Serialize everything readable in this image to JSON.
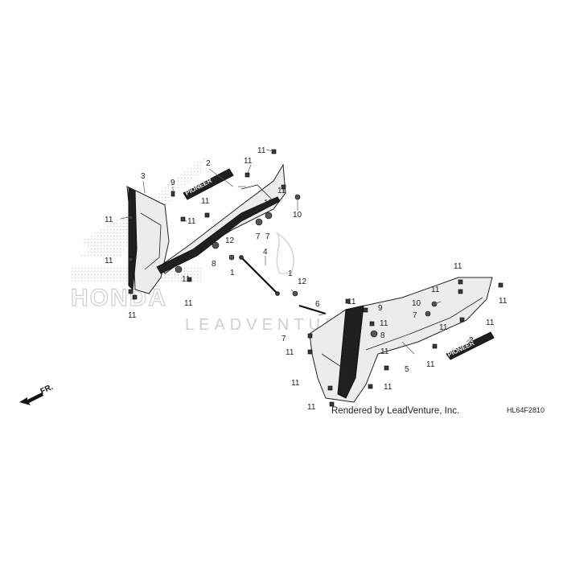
{
  "watermark": {
    "brand_text": "HONDA",
    "site_text": "LEADVENTURE"
  },
  "direction_arrow": {
    "label": "FR.",
    "icon": "front-arrow-icon"
  },
  "credit": "Rendered by LeadVenture, Inc.",
  "diagram_code": "HL64F2810",
  "decal_text": "PIONEER",
  "callouts": {
    "c2a": "2",
    "c3": "3",
    "c9a": "9",
    "c11a": "11",
    "c11b": "11",
    "c11c": "11",
    "c11d": "11",
    "c11e": "11",
    "c11f": "11",
    "c11g": "11",
    "c11h": "11",
    "c11i": "11",
    "c10a": "10",
    "c7a": "7",
    "c7b": "7",
    "c12a": "12",
    "c8a": "8",
    "c1a": "1",
    "c11j": "11",
    "c11k": "11",
    "c4": "4",
    "c1b": "1",
    "c12b": "12",
    "c6": "6",
    "c11l": "11",
    "c9b": "9",
    "c11m": "11",
    "c8b": "8",
    "c11n": "11",
    "c7c": "7",
    "c11o": "11",
    "c11p": "11",
    "c11q": "11",
    "c11r": "11",
    "c11s": "11",
    "c10b": "10",
    "c7d": "7",
    "c11t": "11",
    "c11u": "11",
    "c11v": "11",
    "c5": "5",
    "c11w": "11",
    "c2b": "2",
    "c11x": "11"
  }
}
